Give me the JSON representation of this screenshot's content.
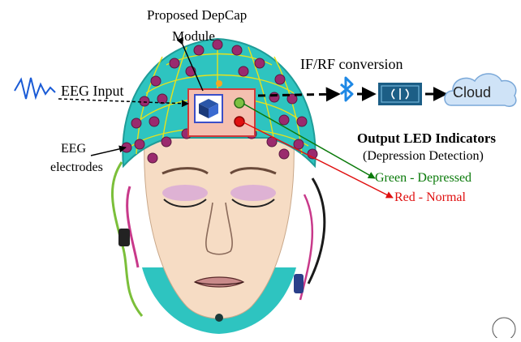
{
  "labels": {
    "module_line1": "Proposed DepCap",
    "module_line2": "Module",
    "eeg_input": "EEG Input",
    "electrodes_line1": "EEG",
    "electrodes_line2": "electrodes",
    "conversion": "IF/RF conversion",
    "cloud": "Cloud",
    "output_heading": "Output LED Indicators",
    "output_subheading": "(Depression Detection)",
    "green_indicator": "Green - Depressed",
    "red_indicator": "Red - Normal"
  },
  "icons": [
    "eeg-wave-icon",
    "bluetooth-icon",
    "wireless-module-icon",
    "cloud-icon",
    "chip-icon"
  ],
  "colors": {
    "cap": "#2ec4c0",
    "cap_lines": "#e8e21a",
    "electrode": "#9a2a6e",
    "module_box": "#f4c0b0",
    "module_border": "#d23a3a",
    "chip": "#2a56a8",
    "led_green": "#7cc142",
    "led_red": "#e01010",
    "face": "#f6dcc4",
    "bluetooth": "#1e88e5",
    "rf_module": "#1c5e86",
    "cloud": "#cfe3f7",
    "arrow_green": "#0a7a0a",
    "arrow_red": "#e01010",
    "eeg_wave": "#1a5bd6"
  }
}
